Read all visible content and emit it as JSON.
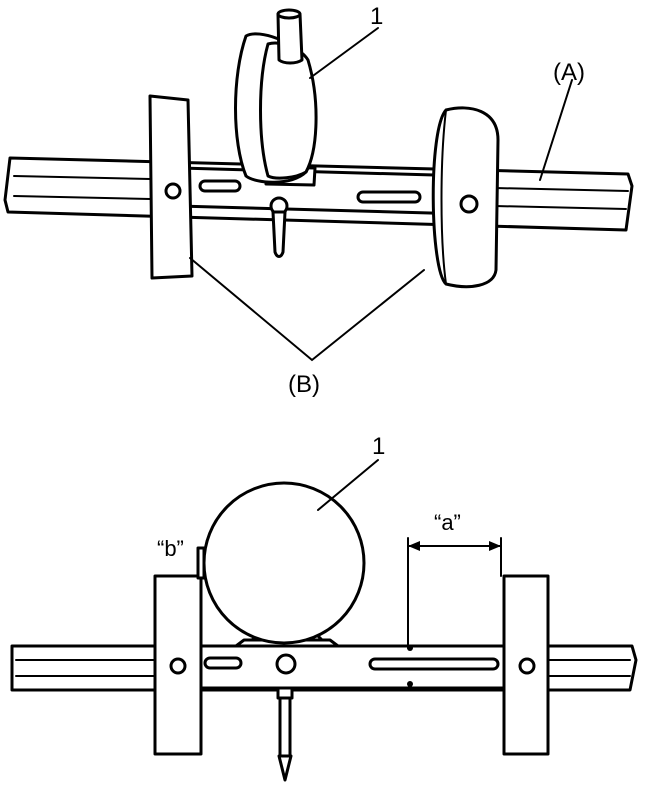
{
  "labels": {
    "part_1_top": "1",
    "label_A": "(A)",
    "label_B": "(B)",
    "part_1_bottom": "1",
    "dim_a": "“a”",
    "dim_b": "“b”"
  }
}
